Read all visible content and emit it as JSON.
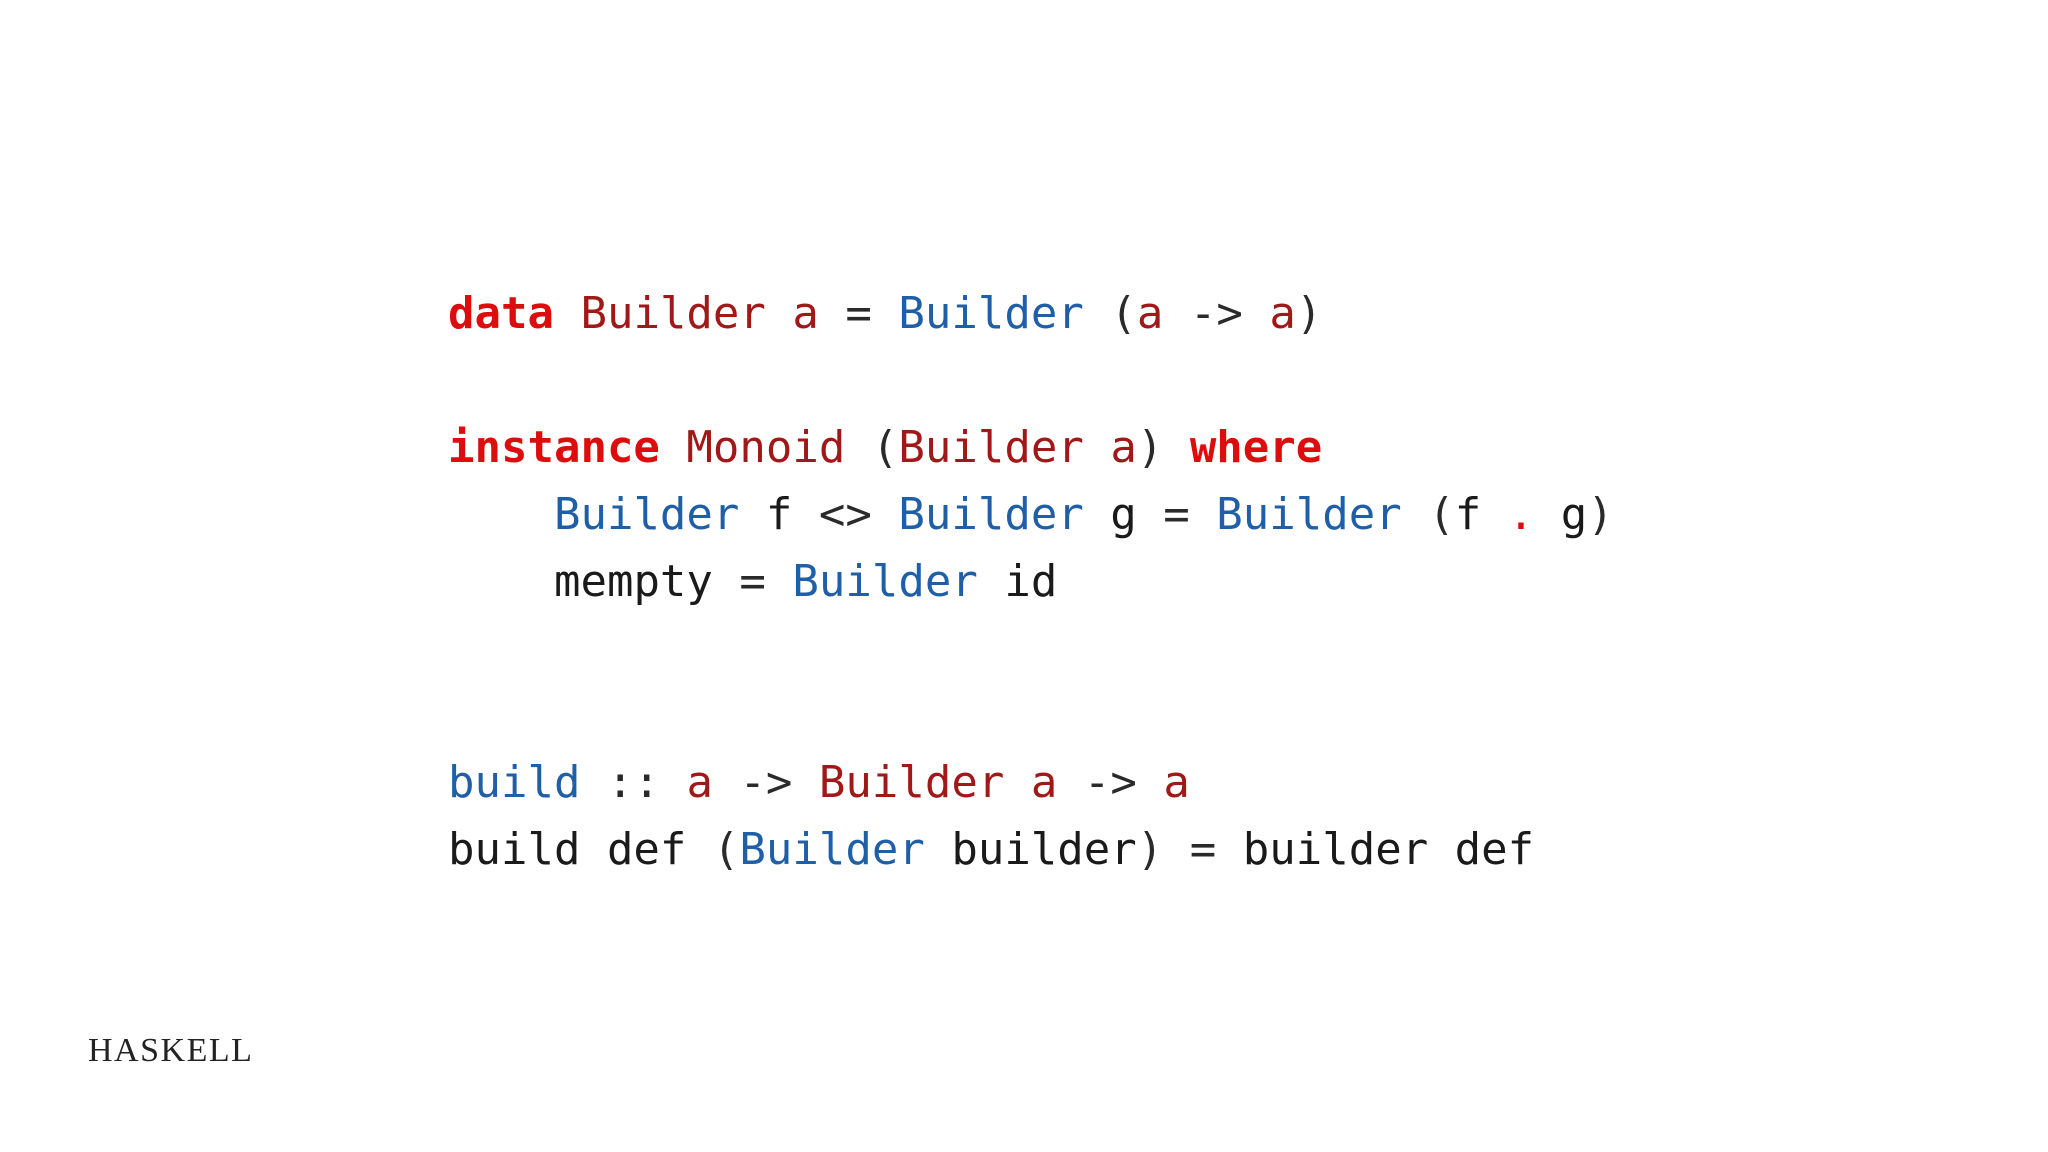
{
  "slide": {
    "background_color": "#ffffff",
    "footer_brand": "HASKELL"
  },
  "theme": {
    "keyword_color": "#dd0d0d",
    "type_color": "#a01818",
    "constructor_color": "#1f5fa8",
    "plain_color": "#1a1a1a",
    "punct_color": "#2a2a2a",
    "background": "#ffffff"
  },
  "code": {
    "language": "haskell",
    "full_text": "data Builder a = Builder (a -> a)\n\ninstance Monoid (Builder a) where\n    Builder f <> Builder g = Builder (f . g)\n    mempty = Builder id\n\n\nbuild :: a -> Builder a -> a\nbuild def (Builder builder) = builder def",
    "lines": [
      {
        "id": "line-data-decl",
        "tokens": [
          {
            "text": "data",
            "kind": "keyword"
          },
          {
            "text": " ",
            "kind": "plain"
          },
          {
            "text": "Builder",
            "kind": "type"
          },
          {
            "text": " ",
            "kind": "plain"
          },
          {
            "text": "a",
            "kind": "type"
          },
          {
            "text": " ",
            "kind": "plain"
          },
          {
            "text": "=",
            "kind": "punct"
          },
          {
            "text": " ",
            "kind": "plain"
          },
          {
            "text": "Builder",
            "kind": "con"
          },
          {
            "text": " ",
            "kind": "plain"
          },
          {
            "text": "(",
            "kind": "punct"
          },
          {
            "text": "a",
            "kind": "type"
          },
          {
            "text": " ",
            "kind": "plain"
          },
          {
            "text": "->",
            "kind": "punct"
          },
          {
            "text": " ",
            "kind": "plain"
          },
          {
            "text": "a",
            "kind": "type"
          },
          {
            "text": ")",
            "kind": "punct"
          }
        ]
      },
      {
        "id": "line-gap-1",
        "blank": true,
        "tokens": []
      },
      {
        "id": "line-instance-head",
        "tokens": [
          {
            "text": "instance",
            "kind": "keyword"
          },
          {
            "text": " ",
            "kind": "plain"
          },
          {
            "text": "Monoid",
            "kind": "type"
          },
          {
            "text": " ",
            "kind": "plain"
          },
          {
            "text": "(",
            "kind": "punct"
          },
          {
            "text": "Builder",
            "kind": "type"
          },
          {
            "text": " ",
            "kind": "plain"
          },
          {
            "text": "a",
            "kind": "type"
          },
          {
            "text": ")",
            "kind": "punct"
          },
          {
            "text": " ",
            "kind": "plain"
          },
          {
            "text": "where",
            "kind": "keyword"
          }
        ]
      },
      {
        "id": "line-mappend",
        "tokens": [
          {
            "text": "    ",
            "kind": "plain"
          },
          {
            "text": "Builder",
            "kind": "con"
          },
          {
            "text": " f ",
            "kind": "plain"
          },
          {
            "text": "<>",
            "kind": "punct"
          },
          {
            "text": " ",
            "kind": "plain"
          },
          {
            "text": "Builder",
            "kind": "con"
          },
          {
            "text": " g ",
            "kind": "plain"
          },
          {
            "text": "=",
            "kind": "punct"
          },
          {
            "text": " ",
            "kind": "plain"
          },
          {
            "text": "Builder",
            "kind": "con"
          },
          {
            "text": " ",
            "kind": "plain"
          },
          {
            "text": "(",
            "kind": "punct"
          },
          {
            "text": "f ",
            "kind": "plain"
          },
          {
            "text": ".",
            "kind": "op-red"
          },
          {
            "text": " g",
            "kind": "plain"
          },
          {
            "text": ")",
            "kind": "punct"
          }
        ]
      },
      {
        "id": "line-mempty",
        "tokens": [
          {
            "text": "    ",
            "kind": "plain"
          },
          {
            "text": "mempty",
            "kind": "plain"
          },
          {
            "text": " ",
            "kind": "plain"
          },
          {
            "text": "=",
            "kind": "punct"
          },
          {
            "text": " ",
            "kind": "plain"
          },
          {
            "text": "Builder",
            "kind": "con"
          },
          {
            "text": " ",
            "kind": "plain"
          },
          {
            "text": "id",
            "kind": "plain"
          }
        ]
      },
      {
        "id": "line-gap-2",
        "blank": true,
        "tokens": []
      },
      {
        "id": "line-gap-3",
        "blank": true,
        "tokens": []
      },
      {
        "id": "line-build-signature",
        "tokens": [
          {
            "text": "build",
            "kind": "fn"
          },
          {
            "text": " ",
            "kind": "plain"
          },
          {
            "text": "::",
            "kind": "punct"
          },
          {
            "text": " ",
            "kind": "plain"
          },
          {
            "text": "a",
            "kind": "type"
          },
          {
            "text": " ",
            "kind": "plain"
          },
          {
            "text": "->",
            "kind": "punct"
          },
          {
            "text": " ",
            "kind": "plain"
          },
          {
            "text": "Builder",
            "kind": "type"
          },
          {
            "text": " ",
            "kind": "plain"
          },
          {
            "text": "a",
            "kind": "type"
          },
          {
            "text": " ",
            "kind": "plain"
          },
          {
            "text": "->",
            "kind": "punct"
          },
          {
            "text": " ",
            "kind": "plain"
          },
          {
            "text": "a",
            "kind": "type"
          }
        ]
      },
      {
        "id": "line-build-definition",
        "tokens": [
          {
            "text": "build def ",
            "kind": "plain"
          },
          {
            "text": "(",
            "kind": "punct"
          },
          {
            "text": "Builder",
            "kind": "con"
          },
          {
            "text": " builder",
            "kind": "plain"
          },
          {
            "text": ")",
            "kind": "punct"
          },
          {
            "text": " ",
            "kind": "plain"
          },
          {
            "text": "=",
            "kind": "punct"
          },
          {
            "text": " builder def",
            "kind": "plain"
          }
        ]
      }
    ]
  }
}
